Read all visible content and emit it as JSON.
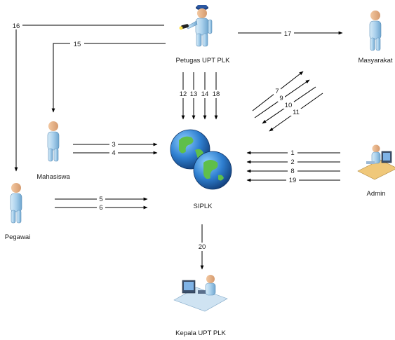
{
  "actors": {
    "petugas": "Petugas UPT PLK",
    "masyarakat": "Masyarakat",
    "mahasiswa": "Mahasiswa",
    "pegawai": "Pegawai",
    "admin": "Admin",
    "kepala": "Kepala UPT PLK",
    "system": "SIPLK"
  },
  "flows": {
    "f1": "1",
    "f2": "2",
    "f3": "3",
    "f4": "4",
    "f5": "5",
    "f6": "6",
    "f7": "7",
    "f8": "8",
    "f9": "9",
    "f10": "10",
    "f11": "11",
    "f12": "12",
    "f13": "13",
    "f14": "14",
    "f15": "15",
    "f16": "16",
    "f17": "17",
    "f18": "18",
    "f19": "19",
    "f20": "20"
  },
  "icons": {
    "person": "person-icon",
    "officer": "officer-icon",
    "globe": "globe-icon",
    "workstation": "workstation-icon"
  }
}
